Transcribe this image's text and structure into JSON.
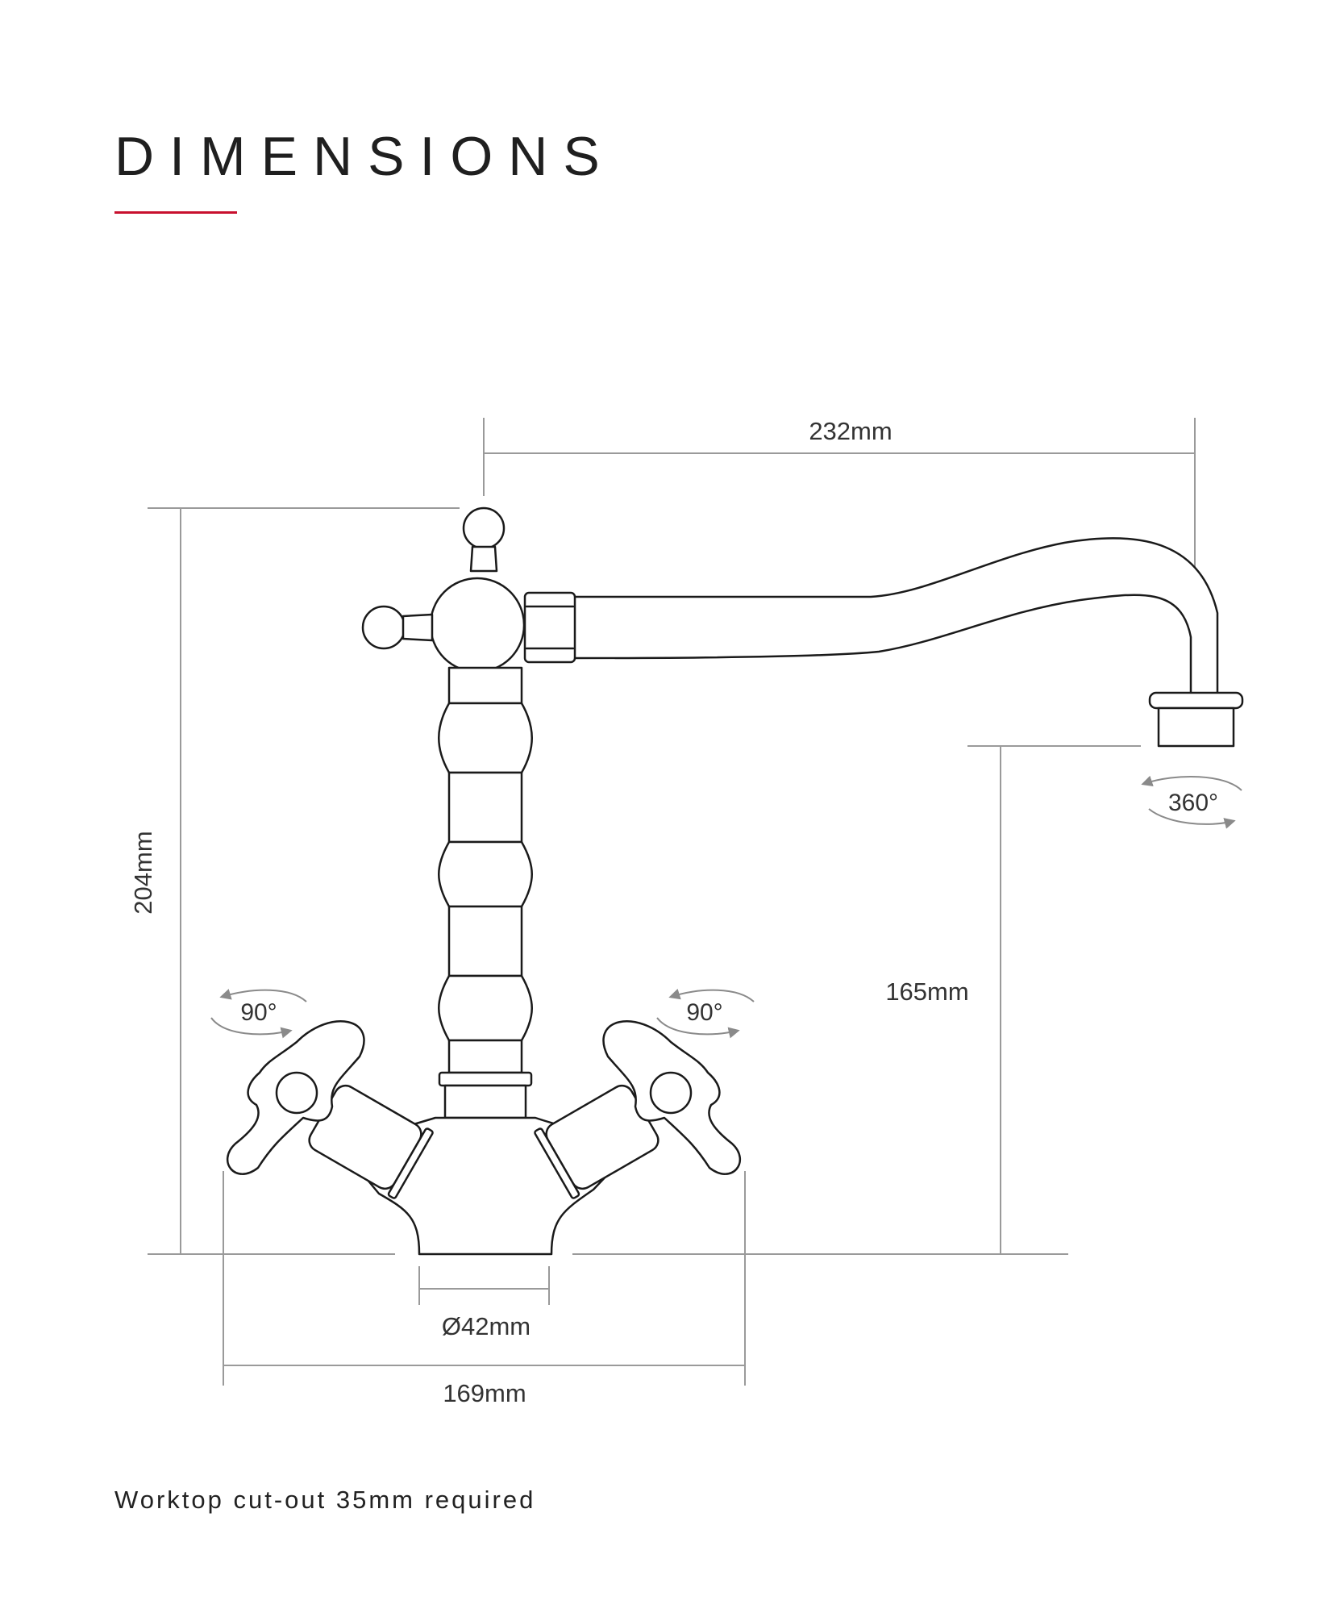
{
  "title": "DIMENSIONS",
  "colors": {
    "accent": "#c8102e",
    "outline": "#1a1a1a",
    "dimension_line": "#9a9a9a",
    "rotation_arrow": "#8a8a8a",
    "text": "#333333"
  },
  "dimensions": {
    "spout_reach": "232mm",
    "overall_height": "204mm",
    "spout_height": "165mm",
    "base_diameter": "Ø42mm",
    "handle_span": "169mm"
  },
  "rotations": {
    "spout": "360°",
    "left_handle": "90°",
    "right_handle": "90°"
  },
  "note": "Worktop cut-out 35mm required"
}
